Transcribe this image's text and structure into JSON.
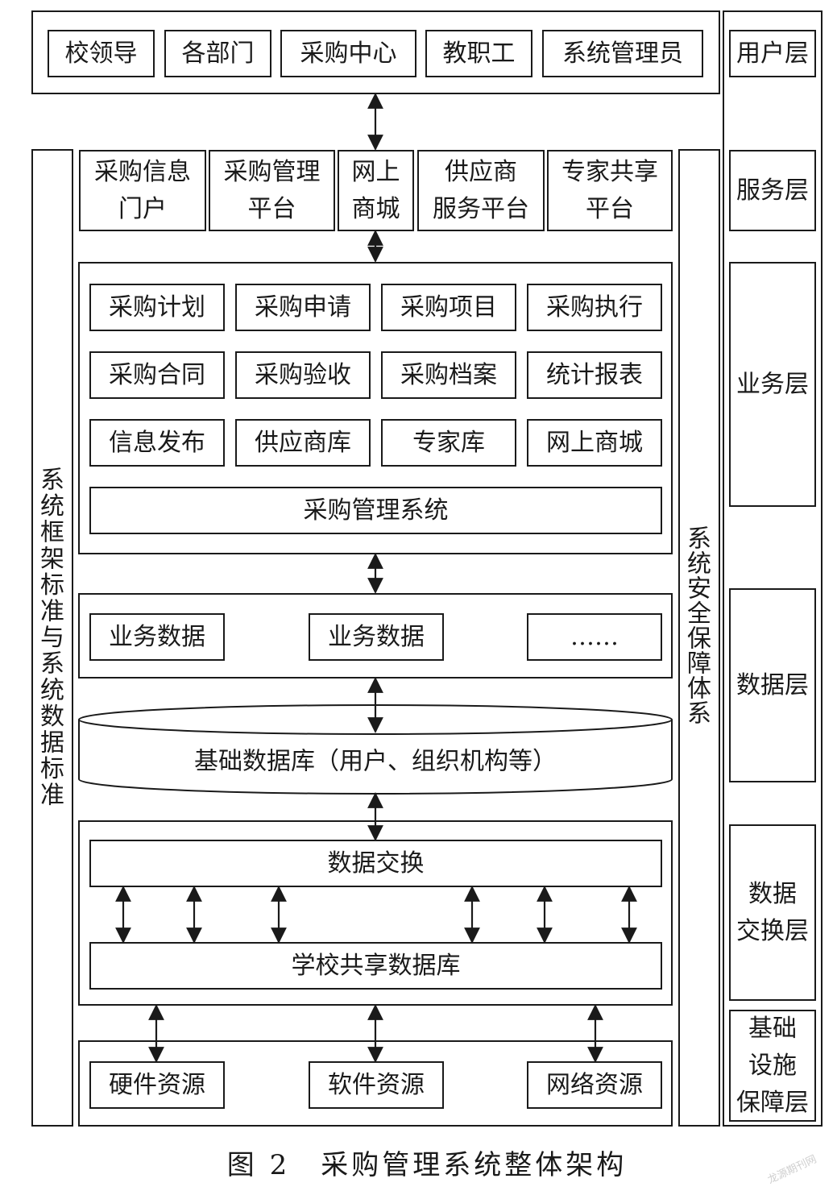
{
  "user_layer": {
    "items": [
      "校领导",
      "各部门",
      "采购中心",
      "教职工",
      "系统管理员"
    ]
  },
  "service_layer": {
    "items": [
      [
        "采购信息",
        "门户"
      ],
      [
        "采购管理",
        "平台"
      ],
      [
        "网上",
        "商城"
      ],
      [
        "供应商",
        "服务平台"
      ],
      [
        "专家共享",
        "平台"
      ]
    ]
  },
  "business_layer": {
    "modules": [
      "采购计划",
      "采购申请",
      "采购项目",
      "采购执行",
      "采购合同",
      "采购验收",
      "采购档案",
      "统计报表",
      "信息发布",
      "供应商库",
      "专家库",
      "网上商城"
    ],
    "system": "采购管理系统"
  },
  "data_layer": {
    "items": [
      "业务数据",
      "业务数据",
      "……"
    ],
    "database": "基础数据库（用户、组织机构等）"
  },
  "exchange_layer": {
    "exchange": "数据交换",
    "shared_db": "学校共享数据库"
  },
  "infrastructure_layer": {
    "items": [
      "硬件资源",
      "软件资源",
      "网络资源"
    ]
  },
  "left_column": {
    "text": "系统框架标准与系统数据标准"
  },
  "security_column": {
    "text": "系统安全保障体系"
  },
  "layer_labels": [
    [
      "用户层"
    ],
    [
      "服务层"
    ],
    [
      "业务层"
    ],
    [
      "数据层"
    ],
    [
      "数据",
      "交换层"
    ],
    [
      "基础",
      "设施",
      "保障层"
    ]
  ],
  "caption": "图 2　采购管理系统整体架构",
  "watermark": "龙源期刊网"
}
